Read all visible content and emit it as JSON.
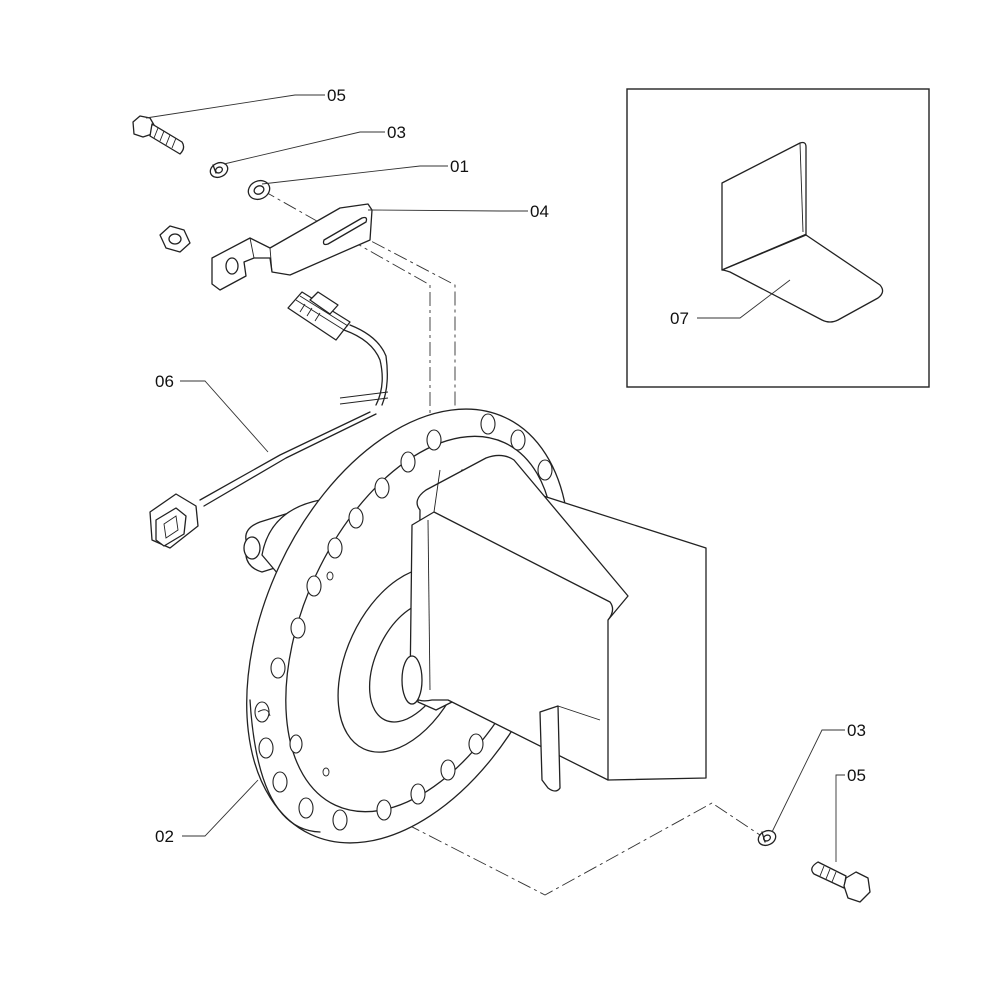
{
  "callouts": {
    "c05_top": "05",
    "c03_top": "03",
    "c01": "01",
    "c04": "04",
    "c06": "06",
    "c07": "07",
    "c02": "02",
    "c03_bottom": "03",
    "c05_bottom": "05"
  }
}
